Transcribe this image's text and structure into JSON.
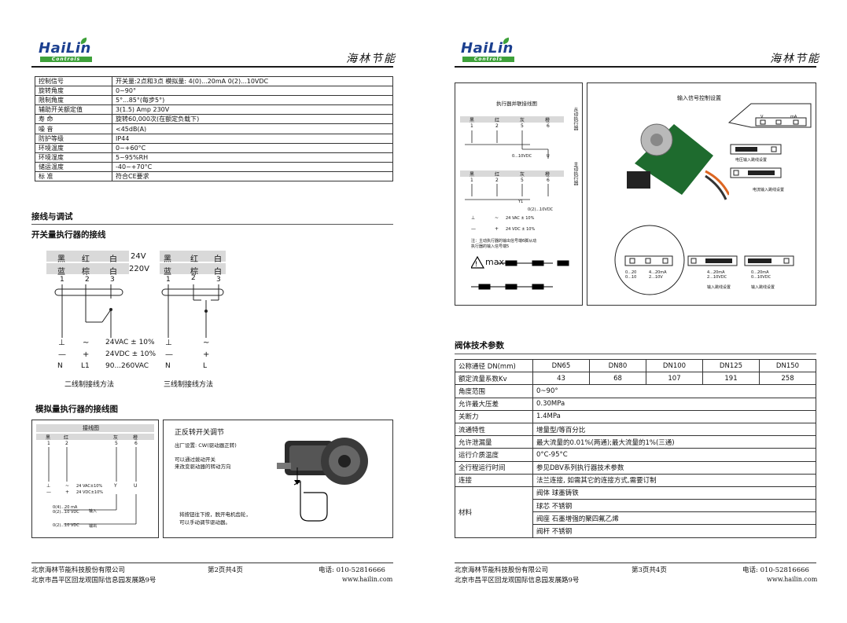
{
  "brand": {
    "logo_word": "HaiLin",
    "logo_sub": "Controls",
    "name_cn": "海林节能",
    "green": "#3ea13a",
    "blue": "#1b3f8f"
  },
  "left": {
    "spec_rows": [
      [
        "控制信号",
        "开关量:2点和3点   模拟量: 4(0)...20mA  0(2)...10VDC"
      ],
      [
        "旋转角度",
        "0~90°"
      ],
      [
        "限制角度",
        "5°...85°(每步5°)"
      ],
      [
        "辅助开关额定值",
        "3(1.5) Amp  230V"
      ],
      [
        "寿 命",
        "旋转60,000次(在额定负载下)"
      ],
      [
        "噪 音",
        "<45dB(A)"
      ],
      [
        "防护等级",
        "IP44"
      ],
      [
        "环境温度",
        "0~+60°C"
      ],
      [
        "环境湿度",
        "5~95%RH"
      ],
      [
        "储运温度",
        "-40~+70°C"
      ],
      [
        "标  准",
        "符合CE要求"
      ]
    ],
    "section_wiring": "接线与调试",
    "section_switch": "开关量执行器的接线",
    "switch_diagram": {
      "row1": [
        "黑",
        "红",
        "白",
        "24V",
        "黑",
        "红",
        "白"
      ],
      "row2": [
        "蓝",
        "棕",
        "白",
        "220V",
        "蓝",
        "棕",
        "白"
      ],
      "nums": [
        "1",
        "2",
        "3",
        "1",
        "2",
        "3"
      ],
      "pow1": [
        "⊥",
        "~",
        "24VAC ± 10%",
        "⊥",
        "~"
      ],
      "pow2": [
        "—",
        "+",
        "24VDC ± 10%",
        "—",
        "+"
      ],
      "pow3": [
        "N",
        "L1",
        "90...260VAC",
        "N",
        "L"
      ],
      "cap_two": "二线制接线方法",
      "cap_three": "三线制接线方法"
    },
    "section_analog": "模拟量执行器的接线图",
    "analog_box": {
      "title": "接线图",
      "colors": [
        "黑",
        "红",
        "灰",
        "橙"
      ],
      "nums": [
        "1",
        "2",
        "5",
        "6"
      ],
      "sym1": [
        "⊥",
        "~",
        "24 VAC±10%",
        "Y",
        "U"
      ],
      "sym2": [
        "—",
        "+",
        "24 VDC±10%"
      ],
      "in1": "0(4)...20 mA",
      "in2": "0(2)...10 VDC",
      "in_label": "输入",
      "out1": "0(2)...10 VDC",
      "out_label": "输出"
    },
    "rotation_box": {
      "title": "正反转开关调节",
      "line1": "出厂设置: CW(驱动器正转)",
      "line2": "可以通过拨动开关",
      "line3": "来改变驱动器的转动方向",
      "line4": "将按钮往下按，脱开电机齿轮，",
      "line5": "可以手动调节驱动器。"
    },
    "footer": {
      "company": "北京海林节能科技股份有限公司",
      "page": "第2页共4页",
      "tel": "电话:  010-52816666",
      "addr": "北京市昌平区回龙观国际信息园发展路9号",
      "web": "www.hailin.com"
    }
  },
  "right": {
    "parallel_box": {
      "title": "执行器并联接线图",
      "side1": "从动执行器",
      "side2": "主动执行器",
      "colors": [
        "黑",
        "红",
        "灰",
        "橙"
      ],
      "nums": [
        "1",
        "2",
        "5",
        "6"
      ],
      "sig": "0...10VDC",
      "u": "U",
      "y1": "Y1",
      "sig2": "0(2)...10VDC",
      "p1": "24 VAC ± 10%",
      "p2": "24 VDC ± 10%",
      "note1": "注：主动执行器的输出信号端6脚从动",
      "note2": "执行器的输入信号端5",
      "max": "max"
    },
    "input_box": {
      "title": "输入信号控制设置",
      "v": "V",
      "ma": "mA",
      "lbl_v": "电压输入跳线设置",
      "lbl_ma": "电流输入跳线设置",
      "j1": "0...20",
      "j1b": "0...10",
      "j2": "4...20mA",
      "j2b": "2...10V",
      "j3": "4...20mA",
      "j3b": "2...10VDC",
      "j4": "0...20mA",
      "j4b": "0...10VDC",
      "lbl_in1": "输入跳线设置",
      "lbl_in2": "输入跳线设置"
    },
    "valve_title": "阀体技术参数",
    "valve": {
      "header": [
        "公称通径 DN(mm)",
        "DN65",
        "DN80",
        "DN100",
        "DN125",
        "DN150"
      ],
      "kv": [
        "额定流量系数Kv",
        "43",
        "68",
        "107",
        "191",
        "258"
      ],
      "rows": [
        [
          "角度范围",
          "0~90°"
        ],
        [
          "允许最大压差",
          "0.30MPa"
        ],
        [
          "关断力",
          "1.4MPa"
        ],
        [
          "流通特性",
          "增量型/等百分比"
        ],
        [
          "允许泄漏量",
          "最大流量的0.01%(两通);最大流量的1%(三通)"
        ],
        [
          "运行介质温度",
          "0°C-95°C"
        ],
        [
          "全行程运行时间",
          "参见DBV系列执行器技术参数"
        ],
        [
          "连接",
          "法兰连接, 如需其它的连接方式,需要订制"
        ]
      ],
      "material_label": "材料",
      "materials": [
        "阀体   球墨铸铁",
        "球芯   不锈钢",
        "阀座   石墨增强的聚四氟乙烯",
        "阀杆   不锈钢"
      ]
    },
    "footer": {
      "company": "北京海林节能科技股份有限公司",
      "page": "第3页共4页",
      "tel": "电话:  010-52816666",
      "addr": "北京市昌平区回龙观国际信息园发展路9号",
      "web": "www.hailin.com"
    }
  }
}
